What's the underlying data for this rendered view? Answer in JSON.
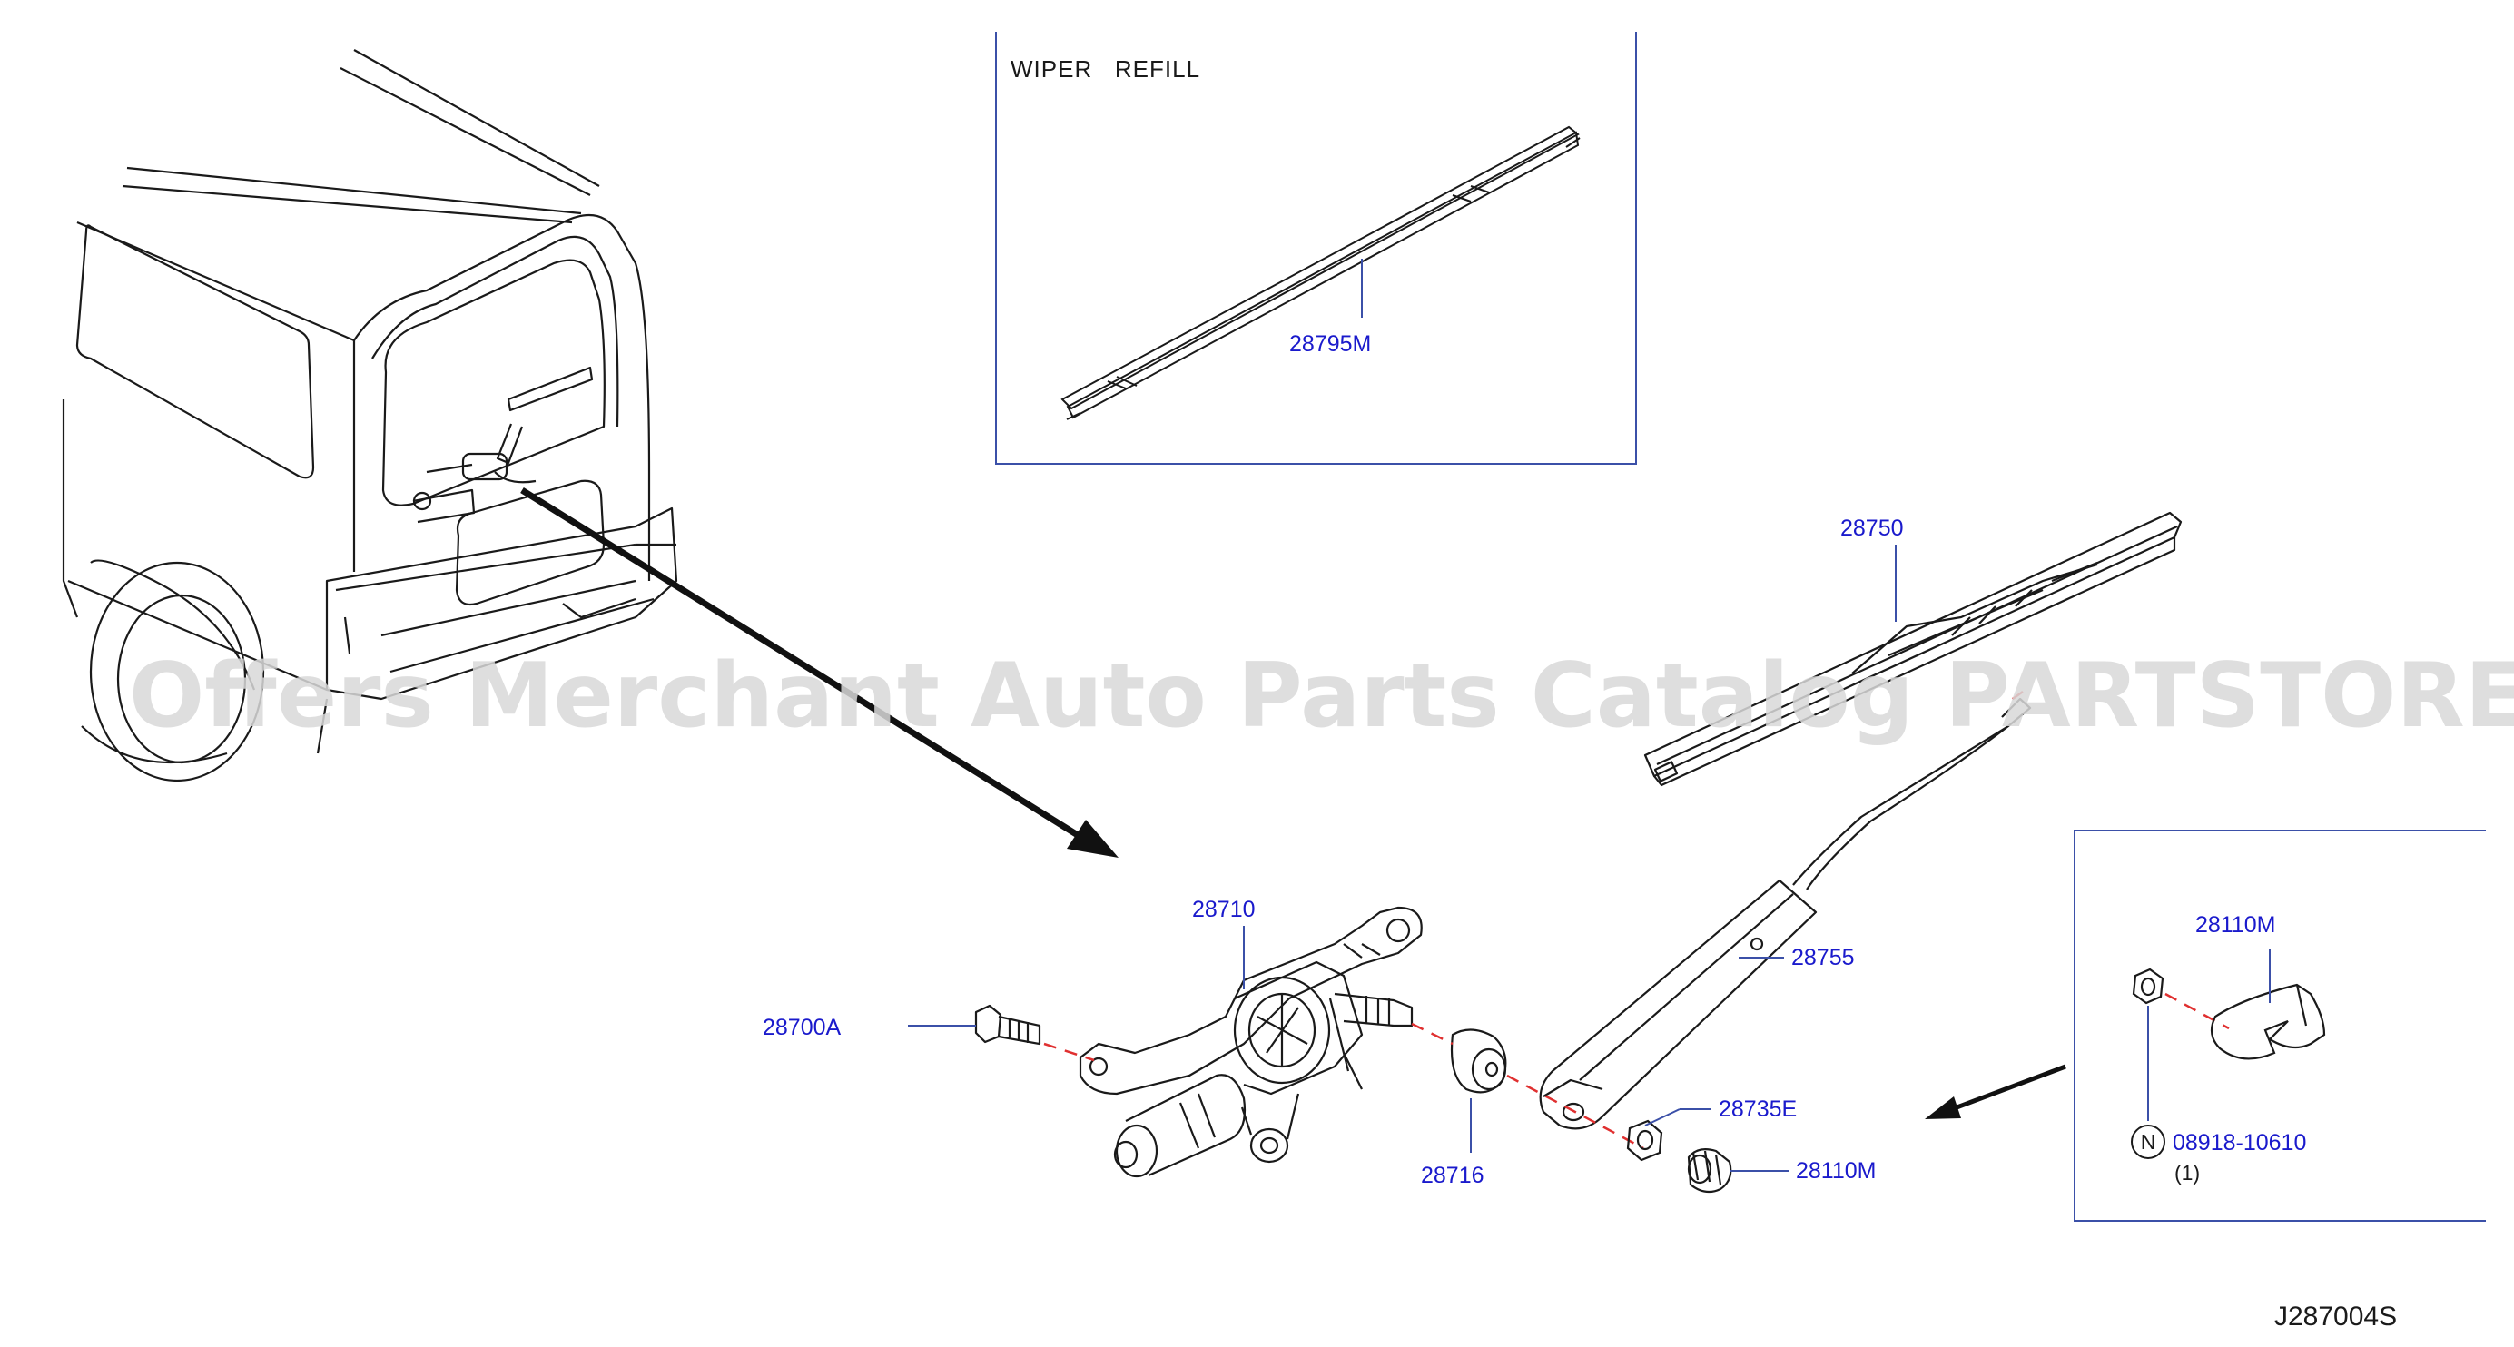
{
  "diagram_code": "J287004S",
  "watermark": "Offers Merchant Auto Parts Catalog PARTSTORE.SA",
  "inset_refill": {
    "title": "WIPER   REFILL",
    "part": "28795M"
  },
  "inset_cap": {
    "part_cap": "28110M",
    "part_nut": "08918-10610",
    "nut_symbol": "N",
    "qty": "(1)"
  },
  "parts": {
    "blade": "28750",
    "arm": "28755",
    "motor": "28710",
    "bolt": "28700A",
    "grommet": "28716",
    "nut": "28735E",
    "cap": "28110M"
  },
  "colors": {
    "label": "#1a1acc",
    "line": "#1a1a1a",
    "frame": "#3b50a8",
    "dash": "#e03030",
    "watermark": "#d9d9d9"
  }
}
